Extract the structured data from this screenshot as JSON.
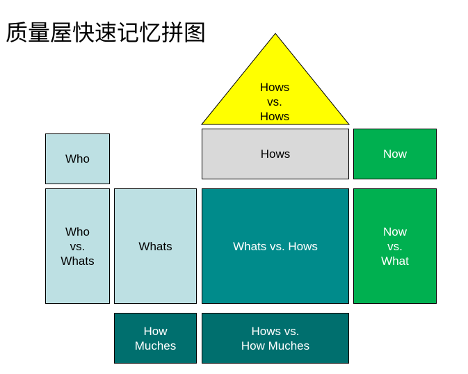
{
  "title": "质量屋快速记忆拼图",
  "roof": {
    "label": "Hows\nvs.\nHows",
    "color": "#ffff00"
  },
  "blocks": {
    "who": "Who",
    "who_vs_whats": "Who\nvs.\nWhats",
    "whats": "Whats",
    "hows": "Hows",
    "whats_vs_hows": "Whats vs. Hows",
    "now": "Now",
    "now_vs_what": "Now\nvs.\nWhat",
    "how_muches": "How\nMuches",
    "hows_vs_how_muches": "Hows vs.\nHow Muches"
  },
  "colors": {
    "light_teal": "#bde0e3",
    "grey": "#d9d9d9",
    "green": "#00b050",
    "teal": "#008b8b",
    "dark_teal": "#006f6e"
  }
}
